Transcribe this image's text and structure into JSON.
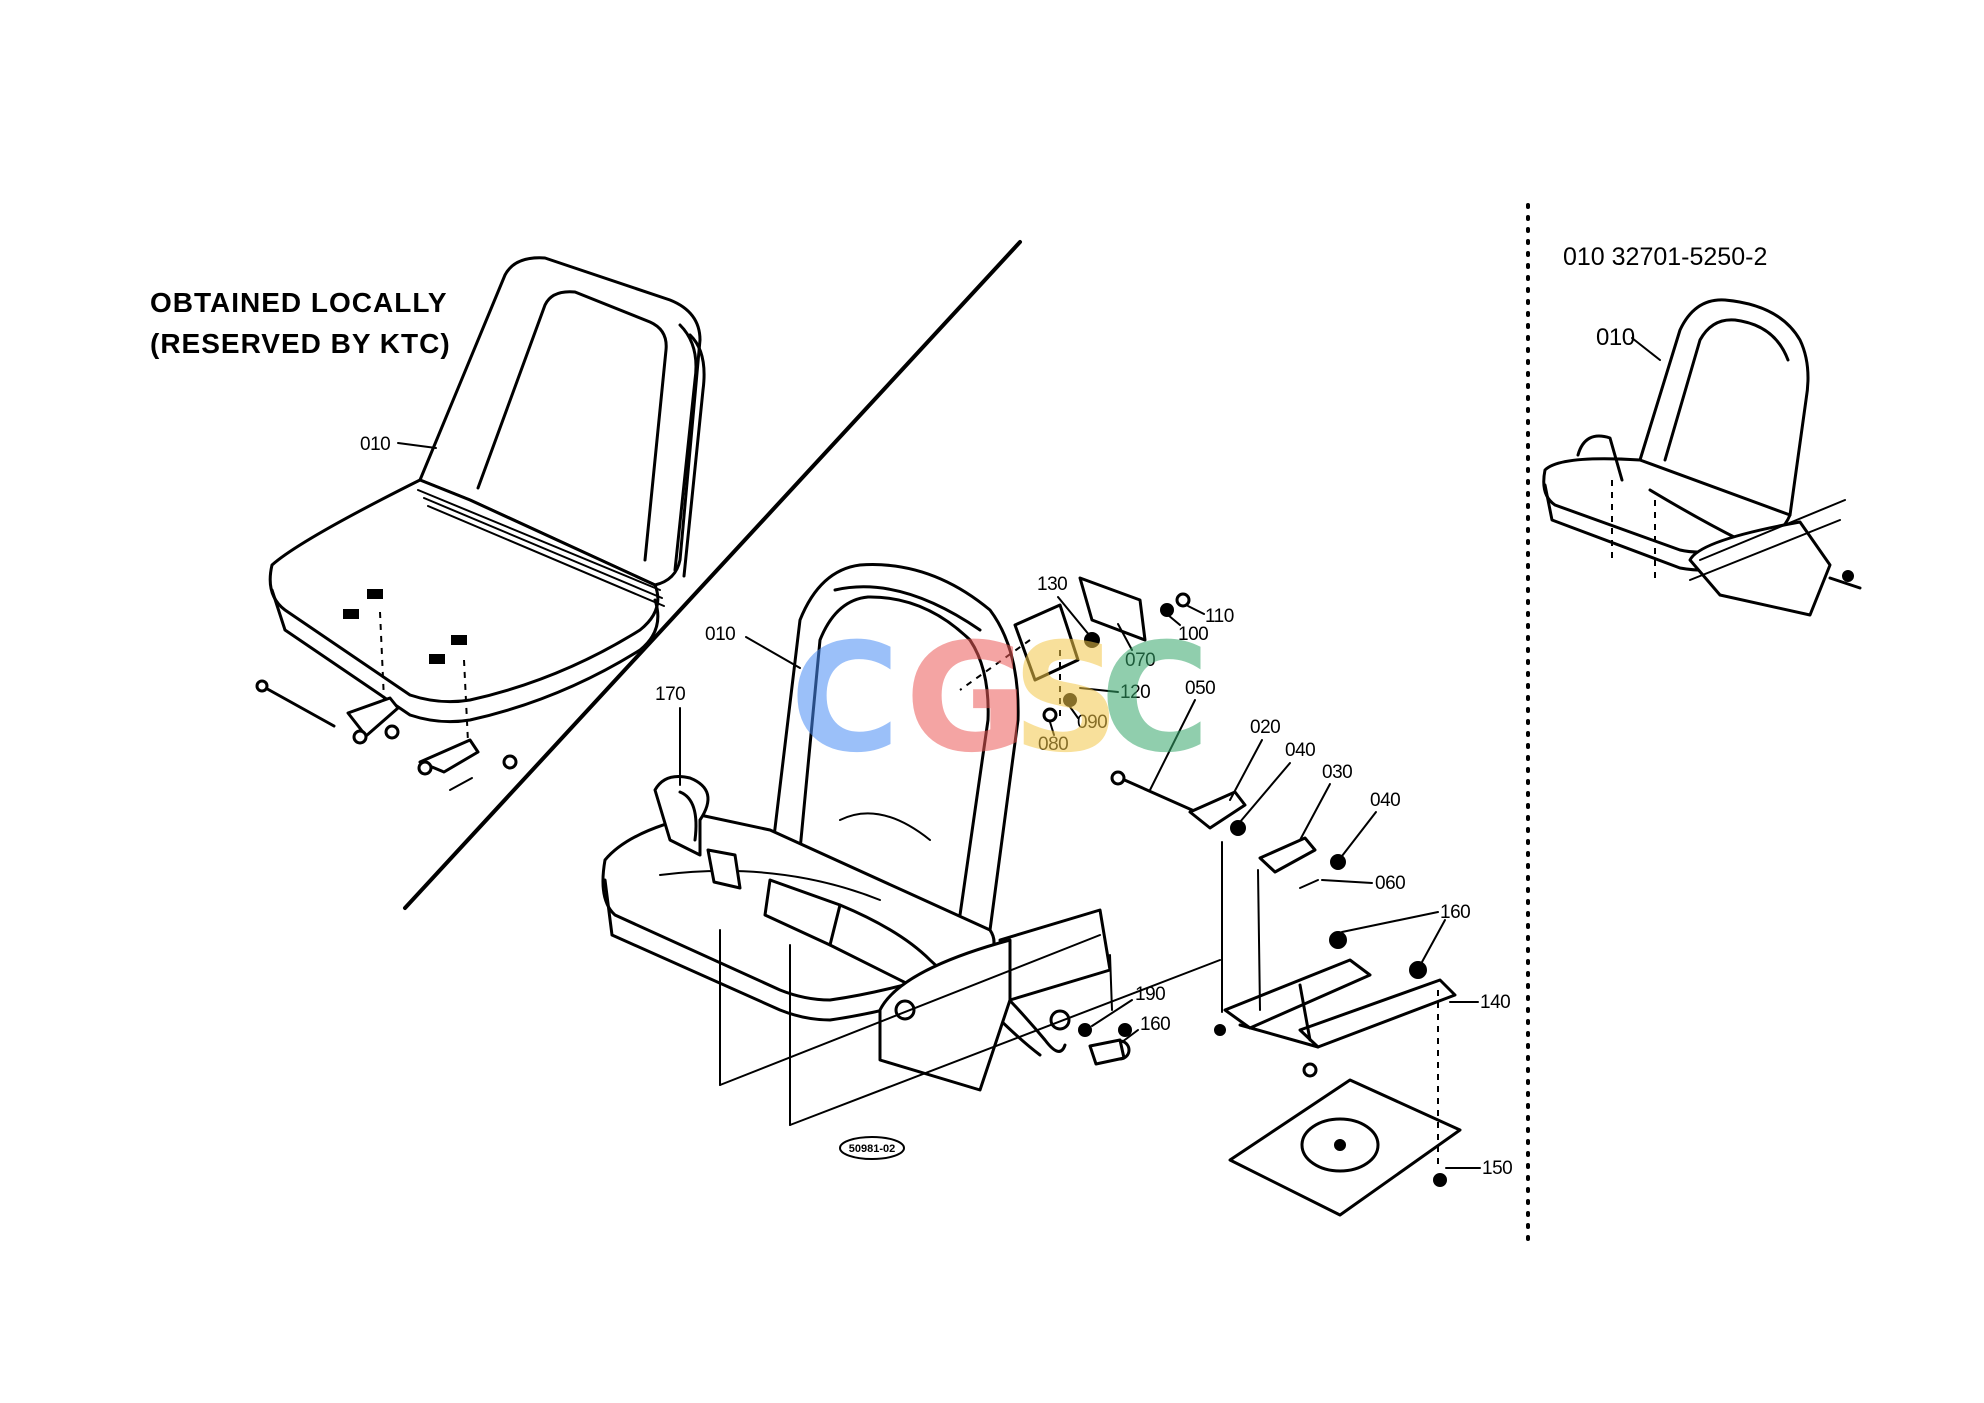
{
  "note": {
    "line1": "OBTAINED LOCALLY",
    "line2": "(RESERVED BY KTC)"
  },
  "variant": {
    "header": "010 32701-5250-2",
    "callout": "010"
  },
  "callouts": {
    "c010_left": "010",
    "c010_main": "010",
    "c020": "020",
    "c030": "030",
    "c040a": "040",
    "c040b": "040",
    "c050": "050",
    "c060": "060",
    "c070": "070",
    "c080": "080",
    "c090": "090",
    "c100": "100",
    "c110": "110",
    "c120": "120",
    "c130": "130",
    "c140": "140",
    "c150": "150",
    "c160a": "160",
    "c160b": "160",
    "c170": "170",
    "c190": "190"
  },
  "reference_code": "50981-02",
  "watermark": {
    "letters": [
      "C",
      "G",
      "S",
      "C"
    ],
    "colors": [
      "#4a8df5",
      "#ec5b58",
      "#f4c84a",
      "#36a76b"
    ]
  }
}
